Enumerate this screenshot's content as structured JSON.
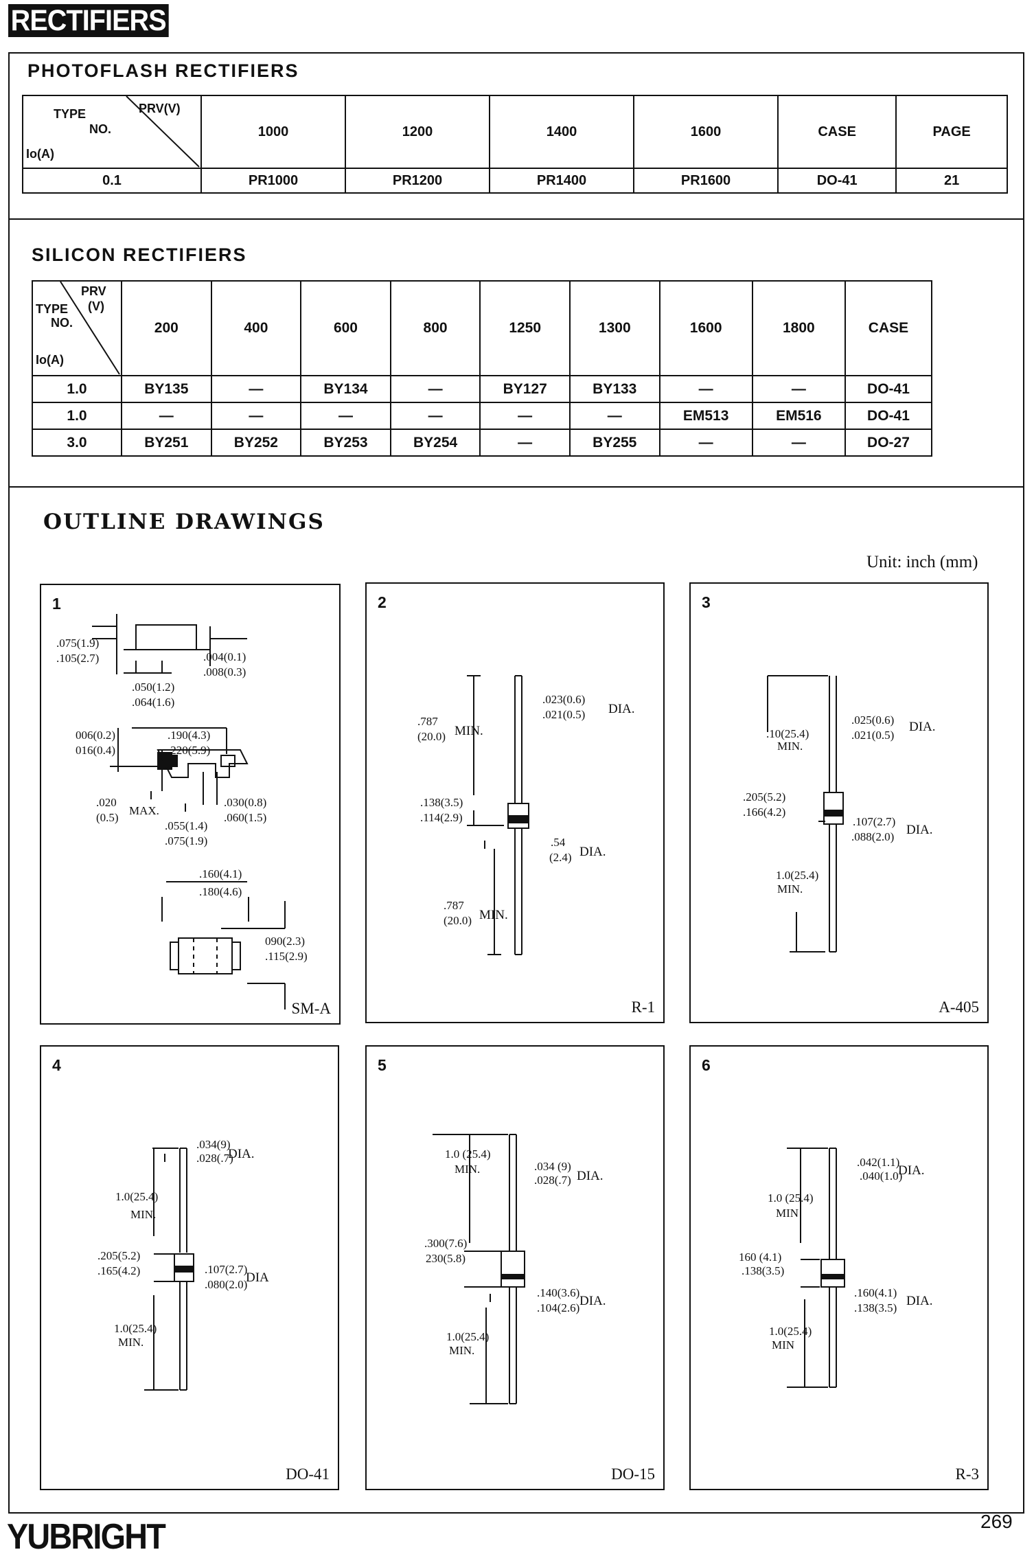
{
  "header": {
    "title": "RECTIFIERS"
  },
  "photoflash": {
    "title": "PHOTOFLASH RECTIFIERS",
    "corner": {
      "top": "PRV(V)",
      "type": "TYPE",
      "no": "NO.",
      "io": "Io(A)"
    },
    "columns": [
      "1000",
      "1200",
      "1400",
      "1600",
      "CASE",
      "PAGE"
    ],
    "rows": [
      [
        "0.1",
        "PR1000",
        "PR1200",
        "PR1400",
        "PR1600",
        "DO-41",
        "21"
      ]
    ]
  },
  "silicon": {
    "title": "SILICON RECTIFIERS",
    "corner": {
      "top": "PRV",
      "unit": "(V)",
      "type": "TYPE",
      "no": "NO.",
      "io": "Io(A)"
    },
    "columns": [
      "200",
      "400",
      "600",
      "800",
      "1250",
      "1300",
      "1600",
      "1800",
      "CASE"
    ],
    "rows": [
      [
        "1.0",
        "BY135",
        "—",
        "BY134",
        "—",
        "BY127",
        "BY133",
        "—",
        "—",
        "DO-41"
      ],
      [
        "1.0",
        "—",
        "—",
        "—",
        "—",
        "—",
        "—",
        "EM513",
        "EM516",
        "DO-41"
      ],
      [
        "3.0",
        "BY251",
        "BY252",
        "BY253",
        "BY254",
        "—",
        "BY255",
        "—",
        "—",
        "DO-27"
      ]
    ]
  },
  "outline": {
    "title": "OUTLINE DRAWINGS",
    "unit": "Unit: inch (mm)",
    "drawings": [
      {
        "num": "1",
        "case": "SM-A",
        "dims": [
          ".075(1.9)",
          ".105(2.7)",
          ".004(0.1)",
          ".008(0.3)",
          ".050(1.2)",
          ".064(1.6)",
          "006(0.2)",
          "016(0.4)",
          ".190(4.3)",
          ".220(5.9)",
          ".020",
          "(0.5)",
          "MAX.",
          ".030(0.8)",
          ".060(1.5)",
          ".055(1.4)",
          ".075(1.9)",
          ".160(4.1)",
          ".180(4.6)",
          "090(2.3)",
          ".115(2.9)"
        ]
      },
      {
        "num": "2",
        "case": "R-1",
        "dims": [
          ".023(0.6)",
          ".021(0.5)",
          "DIA.",
          ".787",
          "(20.0)",
          "MIN.",
          ".138(3.5)",
          ".114(2.9)",
          ".54",
          "(2.4)",
          "DIA.",
          ".787",
          "(20.0)",
          "MIN."
        ]
      },
      {
        "num": "3",
        "case": "A-405",
        "dims": [
          ".025(0.6)",
          ".021(0.5)",
          "DIA.",
          ".10(25.4)",
          "MIN.",
          ".205(5.2)",
          ".166(4.2)",
          ".107(2.7)",
          ".088(2.0)",
          "DIA.",
          "1.0(25.4)",
          "MIN."
        ]
      },
      {
        "num": "4",
        "case": "DO-41",
        "dims": [
          ".034(9)",
          ".028(.7)",
          "DIA.",
          "1.0(25.4)",
          "MIN.",
          ".205(5.2)",
          ".165(4.2)",
          ".107(2.7)",
          ".080(2.0)",
          "DIA",
          "1.0(25.4)",
          "MIN."
        ]
      },
      {
        "num": "5",
        "case": "DO-15",
        "dims": [
          "1.0 (25.4)",
          "MIN.",
          ".034 (9)",
          ".028(.7)",
          "DIA.",
          ".300(7.6)",
          "230(5.8)",
          ".140(3.6)",
          ".104(2.6)",
          "DIA.",
          "1.0(25.4)",
          "MIN."
        ]
      },
      {
        "num": "6",
        "case": "R-3",
        "dims": [
          ".042(1.1)",
          ".040(1.0)",
          "DIA.",
          "1.0 (25.4)",
          "MIN",
          "160 (4.1)",
          ".138(3.5)",
          ".160(4.1)",
          ".138(3.5)",
          "DIA.",
          "1.0(25.4)",
          "MIN"
        ]
      }
    ]
  },
  "footer": {
    "brand": "YUBRIGHT",
    "page": "269"
  }
}
